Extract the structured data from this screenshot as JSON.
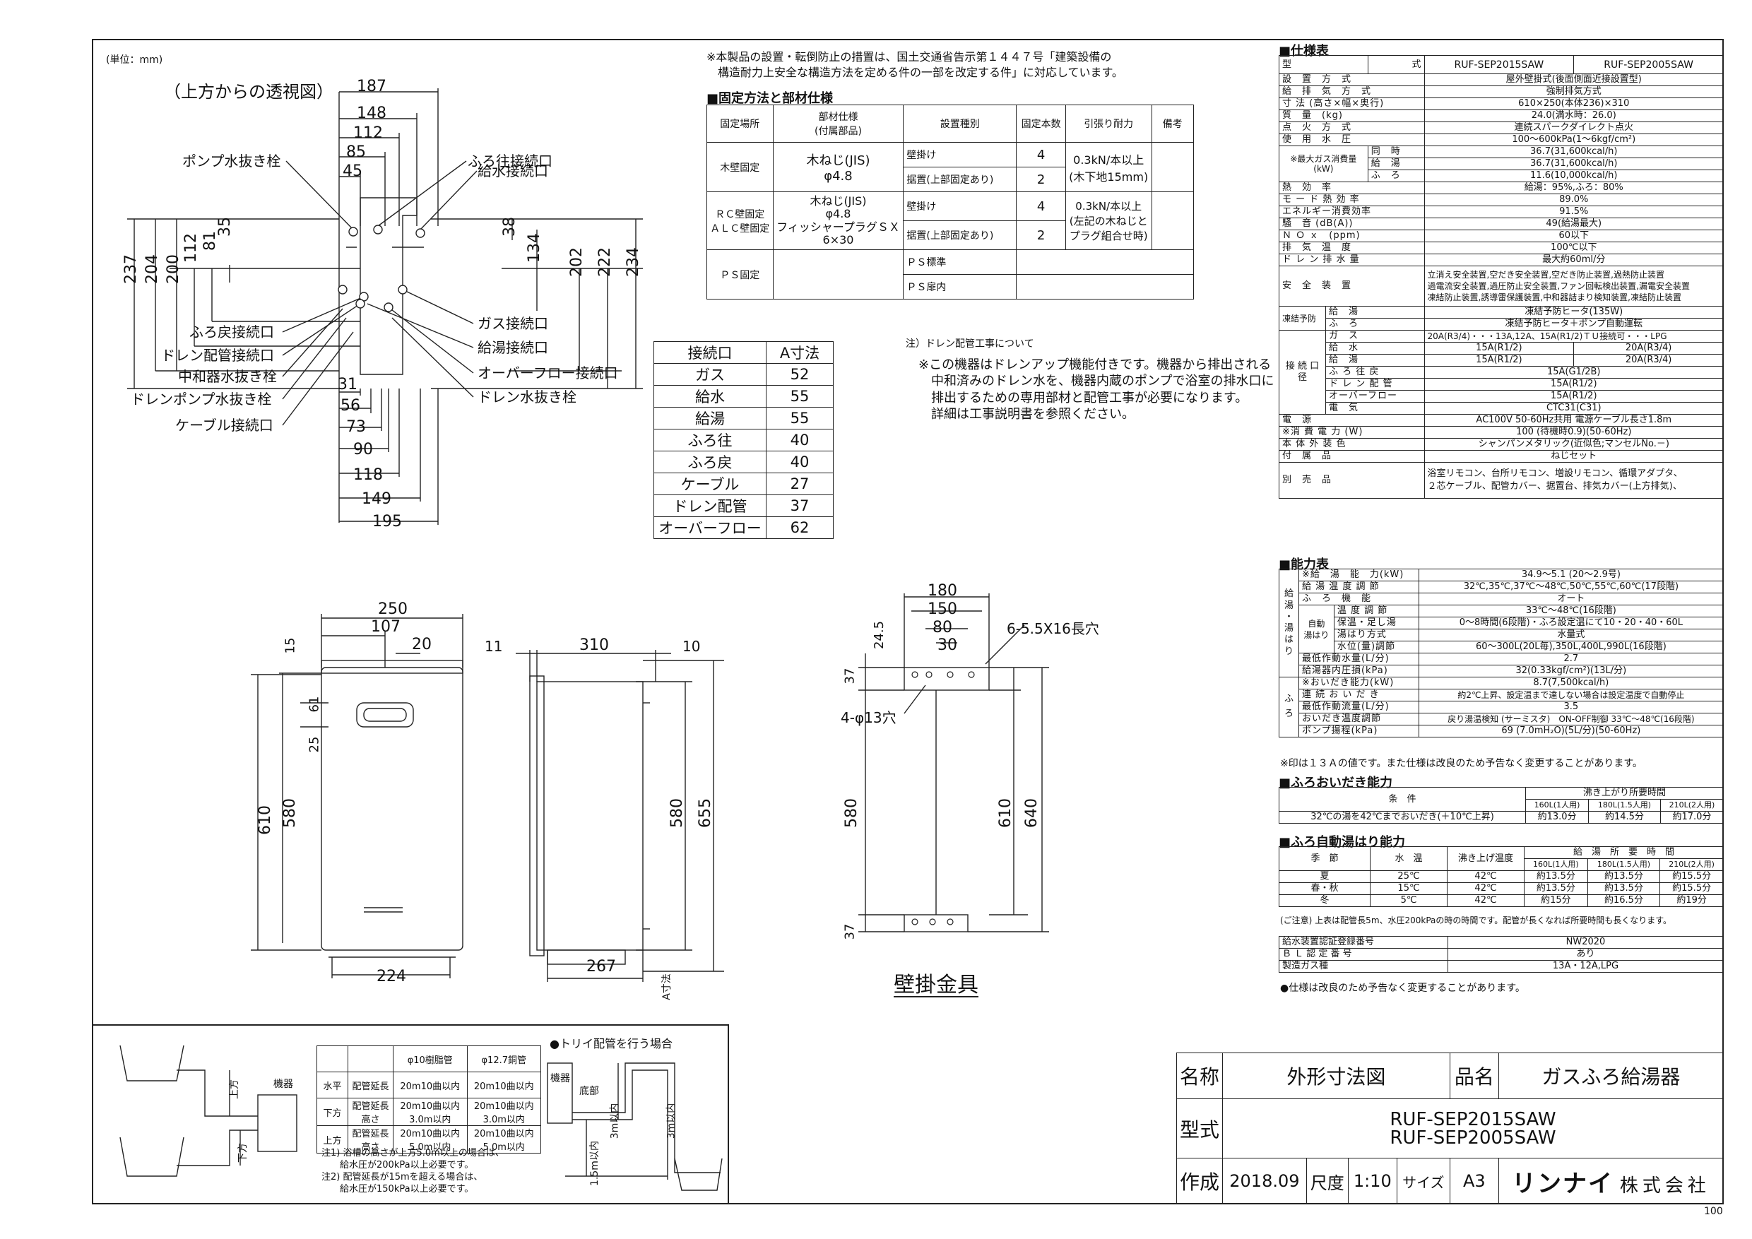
{
  "unit_note": "(単位：mm)",
  "top_view_label": "（上方からの透視図）",
  "wall_bracket_label": "壁掛金具",
  "page_number": "100",
  "top_view": {
    "dims_top": [
      "187",
      "148",
      "112",
      "85",
      "45"
    ],
    "dims_left": [
      "237",
      "204",
      "200",
      "112",
      "81",
      "35"
    ],
    "dims_right": [
      "38",
      "134",
      "202",
      "222",
      "234"
    ],
    "dims_bottom": [
      "31",
      "56",
      "73",
      "90",
      "118",
      "149",
      "195"
    ],
    "labels_left": [
      "ポンプ水抜き栓",
      "ふろ戻接続口",
      "ドレン配管接続口",
      "中和器水抜き栓",
      "ドレンポンプ水抜き栓",
      "ケーブル接続口"
    ],
    "labels_right": [
      "ふろ往接続口",
      "給水接続口",
      "ガス接続口",
      "給湯接続口",
      "オーバーフロー接続口",
      "ドレン水抜き栓"
    ]
  },
  "front_view": {
    "dims": [
      "250",
      "107",
      "20",
      "15",
      "61",
      "25",
      "610",
      "580",
      "224"
    ]
  },
  "side_view": {
    "dims": [
      "11",
      "310",
      "10",
      "580",
      "655",
      "267",
      "A寸法"
    ]
  },
  "bracket_view": {
    "dims": [
      "180",
      "150",
      "80",
      "30",
      "24.5",
      "37",
      "580",
      "610",
      "640",
      "37"
    ],
    "notes": [
      "6-5.5X16長穴",
      "4-φ13穴"
    ]
  },
  "install_note": "※本製品の設置・転倒防止の措置は、国土交通省告示第１４４７号「建築設備の\n　構造耐力上安全な構造方法を定める件の一部を改定する件」に対応しています。",
  "fixing": {
    "title": "■固定方法と部材仕様",
    "headers": [
      "固定場所",
      "部材仕様\n(付属部品)",
      "設置種別",
      "固定本数",
      "引張り耐力",
      "備考"
    ],
    "wood": {
      "place": "木壁固定",
      "spec": "木ねじ(JIS)\nφ4.8",
      "types": [
        "壁掛け",
        "据置(上部固定あり)"
      ],
      "counts": [
        "4",
        "2"
      ],
      "strength": "0.3kN/本以上\n(木下地15mm)"
    },
    "rc": {
      "place": "ＲＣ壁固定\nＡＬＣ壁固定",
      "spec": "木ねじ(JIS)\nφ4.8\nフィッシャープラグＳＸ\n6×30",
      "types": [
        "壁掛け",
        "据置(上部固定あり)"
      ],
      "counts": [
        "4",
        "2"
      ],
      "strength": "0.3kN/本以上\n(左記の木ねじと\nプラグ組合せ時)"
    },
    "ps": {
      "place": "ＰＳ固定",
      "types": [
        "ＰＳ標準",
        "ＰＳ扉内"
      ]
    }
  },
  "a_table": {
    "headers": [
      "接続口",
      "A寸法"
    ],
    "rows": [
      [
        "ガス",
        "52"
      ],
      [
        "給水",
        "55"
      ],
      [
        "給湯",
        "55"
      ],
      [
        "ふろ往",
        "40"
      ],
      [
        "ふろ戻",
        "40"
      ],
      [
        "ケーブル",
        "27"
      ],
      [
        "ドレン配管",
        "37"
      ],
      [
        "オーバーフロー",
        "62"
      ]
    ]
  },
  "drain_note": {
    "title": "注）ドレン配管工事について",
    "body": "※この機器はドレンアップ機能付きです。機器から排出される\n　中和済みのドレン水を、機器内蔵のポンプで浴室の排水口に\n　排出するための専用部材と配管工事が必要になります。\n　詳細は工事説明書を参照ください。"
  },
  "spec": {
    "title": "■仕様表",
    "header": [
      "型",
      "式",
      "RUF-SEP2015SAW",
      "RUF-SEP2005SAW"
    ],
    "rows": [
      [
        "設　置　方　式",
        "屋外壁掛式(後面側面近接設置型)"
      ],
      [
        "給　排　気　方　式",
        "強制排気方式"
      ],
      [
        "寸 法 (高さ×幅×奥行)",
        "610×250(本体236)×310"
      ],
      [
        "質　量　(kg)",
        "24.0(満水時：26.0)"
      ],
      [
        "点　火　方　式",
        "連続スパークダイレクト点火"
      ],
      [
        "使　用　水　圧",
        "100〜600kPa(1〜6kgf/cm²)"
      ]
    ],
    "gas_label": "※最大ガス消費量\n(kW)",
    "gas_rows": [
      [
        "同　時",
        "36.7(31,600kcal/h)"
      ],
      [
        "給　湯",
        "36.7(31,600kcal/h)"
      ],
      [
        "ふ　ろ",
        "11.6(10,000kcal/h)"
      ]
    ],
    "rows2": [
      [
        "熱　効　率",
        "給湯：95%,ふろ：80%"
      ],
      [
        "モ ー ド 熱 効 率",
        "89.0%"
      ],
      [
        "エネルギー消費効率",
        "91.5%"
      ],
      [
        "騒　音 (dB(A))",
        "49(給湯最大)"
      ],
      [
        "Ｎ Ｏ ｘ　(ppm)",
        "60以下"
      ],
      [
        "排　気　温　度",
        "100℃以下"
      ],
      [
        "ド レ ン 排 水 量",
        "最大約60ml/分"
      ]
    ],
    "safety_label": "安　全　装　置",
    "safety": "立消え安全装置,空だき安全装置,空だき防止装置,過熱防止装置\n過電流安全装置,過圧防止安全装置,ファン回転検出装置,漏電安全装置\n凍結防止装置,誘導雷保護装置,中和器詰まり検知装置,凍結防止装置",
    "freeze_label": "凍結予防",
    "freeze": [
      [
        "給　湯",
        "凍結予防ヒータ(135W)"
      ],
      [
        "ふ　ろ",
        "凍結予防ヒータ＋ポンプ自動運転"
      ]
    ],
    "conn_label": "接 続 口 径",
    "conn_gas": [
      "ガ　ス",
      "20A(R3/4)・・・13A,12A、15A(R1/2)ＴＵ接続可・・・LPG"
    ],
    "conn_split": [
      [
        "給　水",
        "15A(R1/2)",
        "20A(R3/4)"
      ],
      [
        "給　湯",
        "15A(R1/2)",
        "20A(R3/4)"
      ]
    ],
    "conn_rows": [
      [
        "ふ ろ 往 戻",
        "15A(G1/2B)"
      ],
      [
        "ド レ ン 配 管",
        "15A(R1/2)"
      ],
      [
        "オーバーフロー",
        "15A(R1/2)"
      ],
      [
        "電　気",
        "CTC31(C31)"
      ]
    ],
    "rows3": [
      [
        "電　源",
        "AC100V 50-60Hz共用 電源ケーブル長さ1.8m"
      ],
      [
        "※消 費 電 力 (W)",
        "100 (待機時0.9)(50-60Hz)"
      ],
      [
        "本 体 外 装 色",
        "シャンパンメタリック(近似色;マンセルNo.－)"
      ],
      [
        "付　属　品",
        "ねじセット"
      ]
    ],
    "sold_label": "別　売　品",
    "sold": "浴室リモコン、台所リモコン、増設リモコン、循環アダプタ、\n２芯ケーブル、配管カバー、据置台、排気カバー(上方排気)、"
  },
  "ability": {
    "title": "■能力表",
    "side_label_1": "給\n湯\n・\n湯\nは\nり",
    "side_label_2": "ふ\nろ",
    "auto_label": "自動\n湯はり",
    "rows_a": [
      [
        "※給　湯　能　力(kW)",
        "34.9〜5.1 (20〜2.9号)"
      ],
      [
        "給 湯 温 度 調 節",
        "32℃,35℃,37℃〜48℃,50℃,55℃,60℃(17段階)"
      ],
      [
        "ふ　ろ　機　能",
        "オート"
      ]
    ],
    "rows_auto": [
      [
        "温 度 調 節",
        "33℃〜48℃(16段階)"
      ],
      [
        "保温・足し湯",
        "0〜8時間(6段階)・ふろ設定温にて10・20・40・60L"
      ],
      [
        "湯はり方式",
        "水量式"
      ],
      [
        "水位(量)調節",
        "60〜300L(20L毎),350L,400L,990L(16段階)"
      ]
    ],
    "rows_b": [
      [
        "最低作動水量(L/分)",
        "2.7"
      ],
      [
        "給湯器内圧損(kPa)",
        "32(0.33kgf/cm²)(13L/分)"
      ]
    ],
    "rows_c": [
      [
        "※おいだき能力(kW)",
        "8.7(7,500kcal/h)"
      ],
      [
        "連 続 お い だ き",
        "約2℃上昇、設定温まで達しない場合は設定温度で自動停止"
      ],
      [
        "最低作動流量(L/分)",
        "3.5"
      ],
      [
        "おいだき温度調節",
        "戻り湯温検知 (サーミスタ)　ON-OFF制御 33℃〜48℃(16段階)"
      ],
      [
        "ポンプ揚程(kPa)",
        "69 (7.0mH₂O)(5L/分)(50-60Hz)"
      ]
    ],
    "note": "※印は１３Ａの値です。また仕様は改良のため予告なく変更することがあります。"
  },
  "reheat": {
    "title": "■ふろおいだき能力",
    "headers": [
      "条　件",
      "沸き上がり所要時間"
    ],
    "sub": [
      "160L(1人用)",
      "180L(1.5人用)",
      "210L(2人用)"
    ],
    "row": [
      "32℃の湯を42℃までおいだき(＋10℃上昇)",
      "約13.0分",
      "約14.5分",
      "約17.0分"
    ]
  },
  "autofill": {
    "title": "■ふろ自動湯はり能力",
    "headers": [
      "季　節",
      "水　温",
      "沸き上げ温度",
      "給　湯　所　要　時　間"
    ],
    "sub": [
      "160L(1人用)",
      "180L(1.5人用)",
      "210L(2人用)"
    ],
    "rows": [
      [
        "夏",
        "25℃",
        "42℃",
        "約13.5分",
        "約13.5分",
        "約15.5分"
      ],
      [
        "春・秋",
        "15℃",
        "42℃",
        "約13.5分",
        "約13.5分",
        "約15.5分"
      ],
      [
        "冬",
        "5℃",
        "42℃",
        "約15分",
        "約16.5分",
        "約19分"
      ]
    ],
    "note": "(ご注意) 上表は配管長5m、水圧200kPaの時の時間です。配管が長くなれば所要時間も長くなります。"
  },
  "cert": {
    "rows": [
      [
        "給水装置認証登録番号",
        "NW2020"
      ],
      [
        "Ｂ Ｌ 認 定 番 号",
        "あり"
      ],
      [
        "製造ガス種",
        "13A・12A,LPG"
      ]
    ],
    "note": "●仕様は改良のため予告なく変更することがあります。"
  },
  "bath_pipe": {
    "headers": [
      "",
      "",
      "φ10樹脂管",
      "φ12.7銅管"
    ],
    "rows": [
      [
        "水平",
        "配管延長",
        "20m10曲以内",
        "20m10曲以内"
      ],
      [
        "下方",
        "配管延長\n高さ",
        "20m10曲以内\n3.0m以内",
        "20m10曲以内\n3.0m以内"
      ],
      [
        "上方",
        "配管延長\n高さ",
        "20m10曲以内\n5.0m以内",
        "20m10曲以内\n5.0m以内"
      ]
    ],
    "notes": "注1) 浴槽の高さが上方5.0m以上の場合は、\n　　給水圧が200kPa以上必要です。\n注2) 配管延長が15mを超える場合は、\n　　給水圧が150kPa以上必要です。",
    "labels": [
      "機器",
      "上方",
      "下方"
    ],
    "trap_title": "●トリイ配管を行う場合",
    "trap_labels": [
      "機器",
      "底部",
      "3m以内",
      "1.5m以内",
      "3m以内"
    ]
  },
  "title_block": {
    "name_label": "名称",
    "name": "外形寸法図",
    "product_label": "品名",
    "product": "ガスふろ給湯器",
    "model_label": "型式",
    "models": [
      "RUF-SEP2015SAW",
      "RUF-SEP2005SAW"
    ],
    "made_label": "作成",
    "date": "2018.09",
    "scale_label": "尺度",
    "scale": "1:10",
    "size_label": "サイズ",
    "size": "A3",
    "company_logo": "リンナイ",
    "company": "株式会社"
  }
}
